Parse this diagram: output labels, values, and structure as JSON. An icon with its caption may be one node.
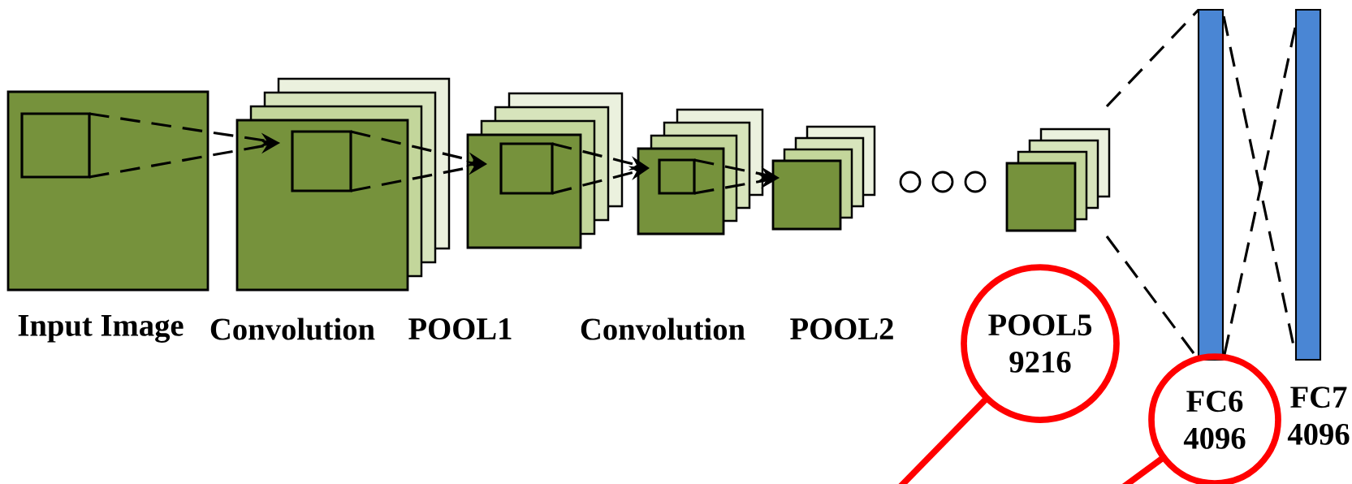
{
  "diagram": {
    "nodes": [
      {
        "text": [
          "Input Image"
        ]
      },
      {
        "text": [
          "Convolution"
        ]
      },
      {
        "text": [
          "POOL1"
        ]
      },
      {
        "text": [
          "Convolution"
        ]
      },
      {
        "text": [
          "POOL2"
        ]
      },
      {
        "text": [],
        "shape": "circle"
      },
      {
        "text": [],
        "shape": "circle"
      },
      {
        "text": [],
        "shape": "circle"
      },
      {
        "text": [],
        "shape": "box"
      },
      {
        "text": [
          "POOL5 9216"
        ]
      },
      {
        "text": [],
        "shape": "bar"
      },
      {
        "text": [
          "FC6 4096"
        ]
      },
      {
        "text": [
          "FC7 4096"
        ]
      }
    ],
    "edges": [
      {
        "from": 0,
        "to": 1,
        "arrow": "to",
        "style": "dashed"
      },
      {
        "from": 0,
        "to": 1,
        "arrow": "to",
        "style": "dashed"
      },
      {
        "from": 1,
        "to": 2,
        "arrow": "to",
        "style": "dashed"
      },
      {
        "from": 1,
        "to": 2,
        "arrow": "to",
        "style": "dashed"
      },
      {
        "from": 2,
        "to": 3,
        "arrow": "to",
        "style": "dashed"
      },
      {
        "from": 2,
        "to": 3,
        "arrow": "to",
        "style": "dashed"
      },
      {
        "from": 3,
        "to": 4,
        "arrow": "to",
        "style": "dashed"
      },
      {
        "from": 3,
        "to": 4,
        "arrow": "to",
        "style": "dashed"
      },
      {
        "from": 8,
        "to": 10,
        "arrow": "none",
        "style": "dashed"
      },
      {
        "from": 8,
        "to": 10,
        "arrow": "none",
        "style": "dashed"
      },
      {
        "from": 10,
        "to": 12,
        "arrow": "none",
        "style": "dashed"
      },
      {
        "from": 12,
        "to": 10,
        "arrow": "none",
        "style": "dashed"
      },
      {
        "from": 9,
        "to": null,
        "arrow": "none",
        "style": "thick",
        "color": "#ff0000"
      },
      {
        "from": 11,
        "to": null,
        "arrow": "none",
        "style": "thick",
        "color": "#ff0000"
      }
    ]
  }
}
